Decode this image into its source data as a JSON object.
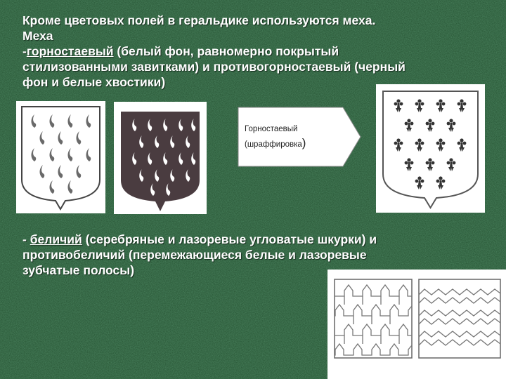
{
  "slide": {
    "line1": "Кроме цветовых полей в геральдике используются меха.",
    "line2": "Меха",
    "line3_prefix": "-",
    "line3_term": "горностаевый",
    "line3_rest": " (белый фон, равномерно покрытый",
    "line4": "стилизованными завитками) и  противогорностаевый (черный",
    "line5": "фон и белые хвостики)",
    "callout_line1": "Горностаевый",
    "callout_line2": "(шраффировка",
    "callout_paren": ")",
    "para2_prefix": "- ",
    "para2_term": "беличий",
    "para2_rest": " (серебряные и лазоревые угловатые шкурки) и",
    "para2_line2": "противобеличий (перемежающиеся белые и лазоревые",
    "para2_line3": "зубчатые полосы)"
  },
  "colors": {
    "background": "#2c5a3a",
    "text": "#ffffff",
    "shield_dark": "#4a3c40",
    "outline": "#555555"
  }
}
